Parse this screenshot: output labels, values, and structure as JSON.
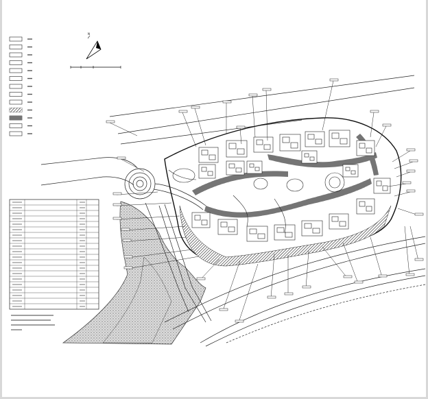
{
  "drawing": {
    "title": "",
    "north_label": "N",
    "scale_label": "",
    "legend_header": "",
    "legend_items": [
      {
        "icon": "road-symbol"
      },
      {
        "icon": "dashed-boundary-symbol"
      },
      {
        "icon": "fence-symbol"
      },
      {
        "icon": "double-line-symbol"
      },
      {
        "icon": "crown-symbol"
      },
      {
        "icon": "shrub-symbol"
      },
      {
        "icon": "rock-symbol"
      },
      {
        "icon": "path-symbol"
      },
      {
        "icon": "wall-symbol"
      },
      {
        "icon": "hatched-band-symbol"
      },
      {
        "icon": "tree-row-symbol"
      },
      {
        "icon": "paving-symbol"
      },
      {
        "icon": "label-box-symbol"
      }
    ],
    "table": {
      "rows": 20,
      "columns": 4
    },
    "notes_lines": 4
  }
}
